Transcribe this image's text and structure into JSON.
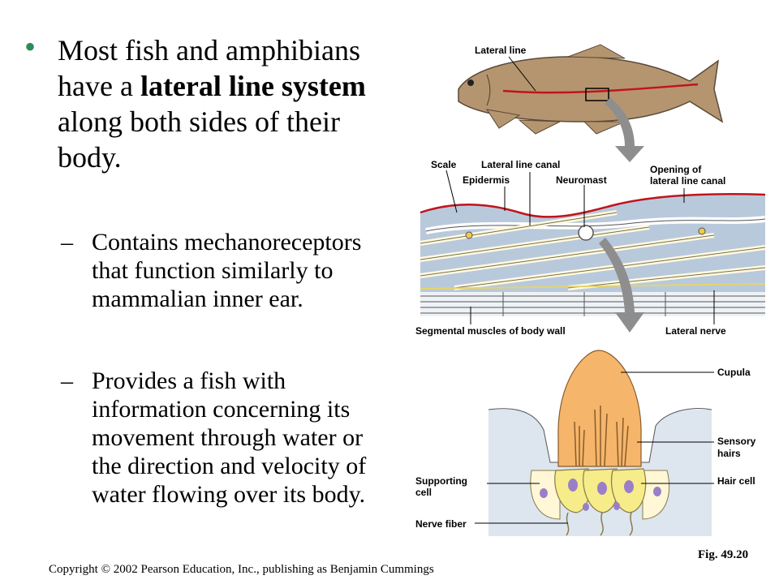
{
  "main": {
    "bullet": "•",
    "para_1a": "Most fish and amphibians have a ",
    "para_1b": "lateral line system",
    "para_1c": " along both sides of their body.",
    "sub_items": [
      {
        "dash": "–",
        "text": "Contains mechanoreceptors that function similarly to mammalian inner ear."
      },
      {
        "dash": "–",
        "text": "Provides a fish with information concerning its movement through water or the direction and velocity of water flowing over its body."
      }
    ]
  },
  "figure": {
    "labels": {
      "lateral_line": "Lateral line",
      "scale": "Scale",
      "lateral_line_canal": "Lateral line canal",
      "epidermis": "Epidermis",
      "neuromast": "Neuromast",
      "opening_1": "Opening of",
      "opening_2": "lateral line canal",
      "segmental_muscles": "Segmental muscles of body wall",
      "lateral_nerve": "Lateral nerve",
      "cupula": "Cupula",
      "sensory_1": "Sensory",
      "sensory_2": "hairs",
      "supporting_1": "Supporting",
      "supporting_2": "cell",
      "hair_cell": "Hair cell",
      "nerve_fiber": "Nerve fiber"
    },
    "fig_ref": "Fig. 49.20",
    "colors": {
      "fish": "#b59570",
      "lateral_line": "#c0141c",
      "cupula": "#f5b66b",
      "hair_cell": "#f6ec8a",
      "nucleus": "#9a7fc8",
      "tissue": "#b9c9dc"
    }
  },
  "footer": {
    "copyright": "Copyright © 2002 Pearson Education, Inc., publishing as Benjamin Cummings"
  }
}
